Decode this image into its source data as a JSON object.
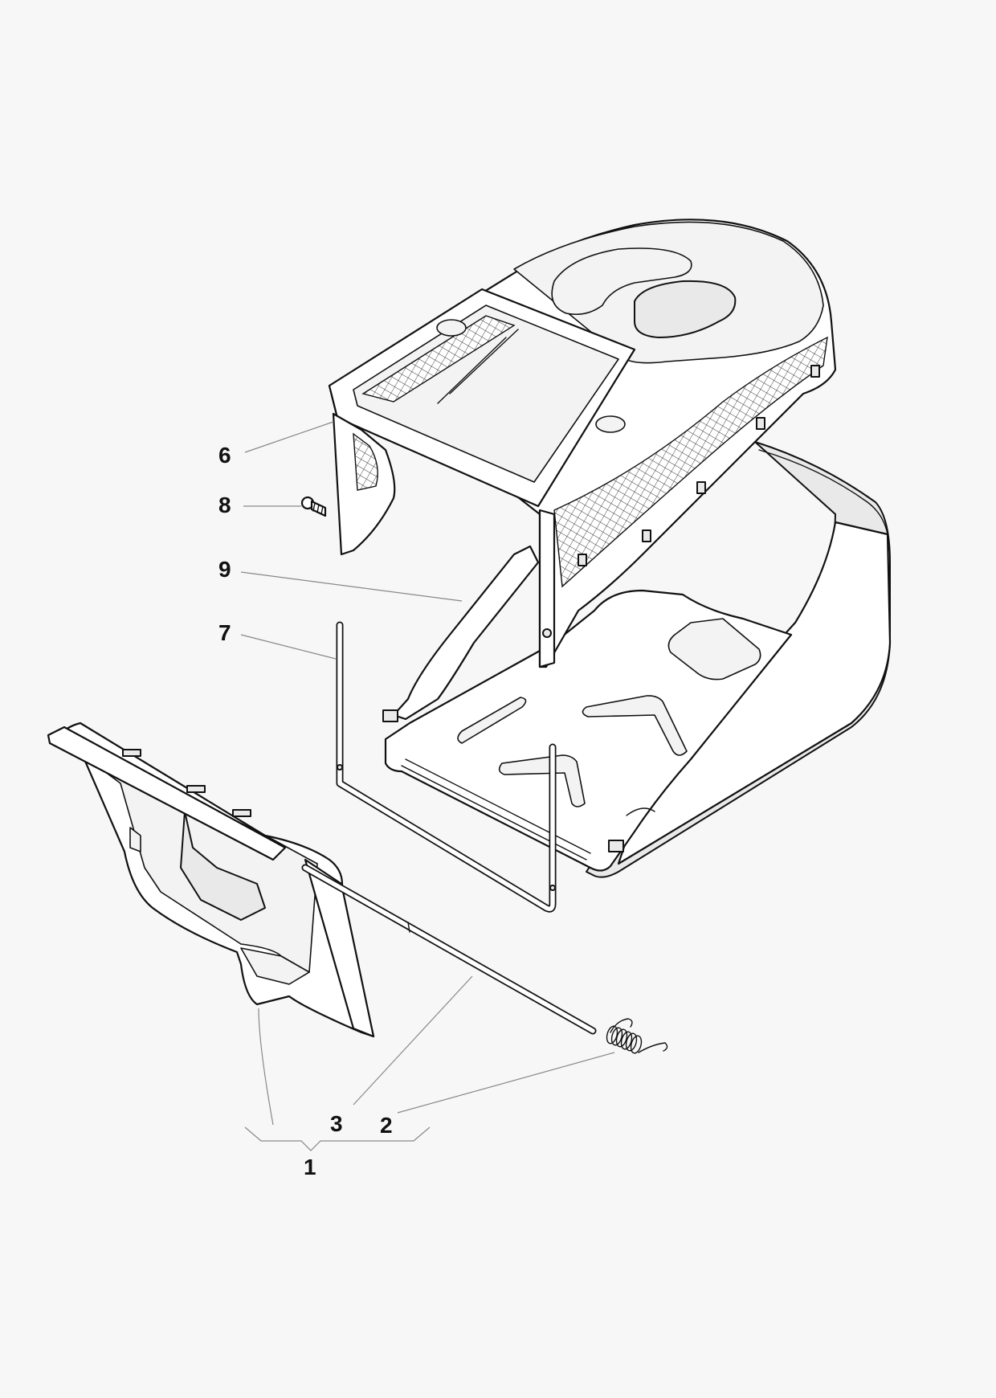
{
  "callouts": {
    "c1": "1",
    "c2": "2",
    "c3": "3",
    "c6": "6",
    "c7": "7",
    "c8": "8",
    "c9": "9"
  },
  "colors": {
    "background": "#f7f7f7",
    "line": "#111111",
    "leader": "#888888",
    "fill": "#ffffff",
    "shade": "#e9e9e9"
  }
}
